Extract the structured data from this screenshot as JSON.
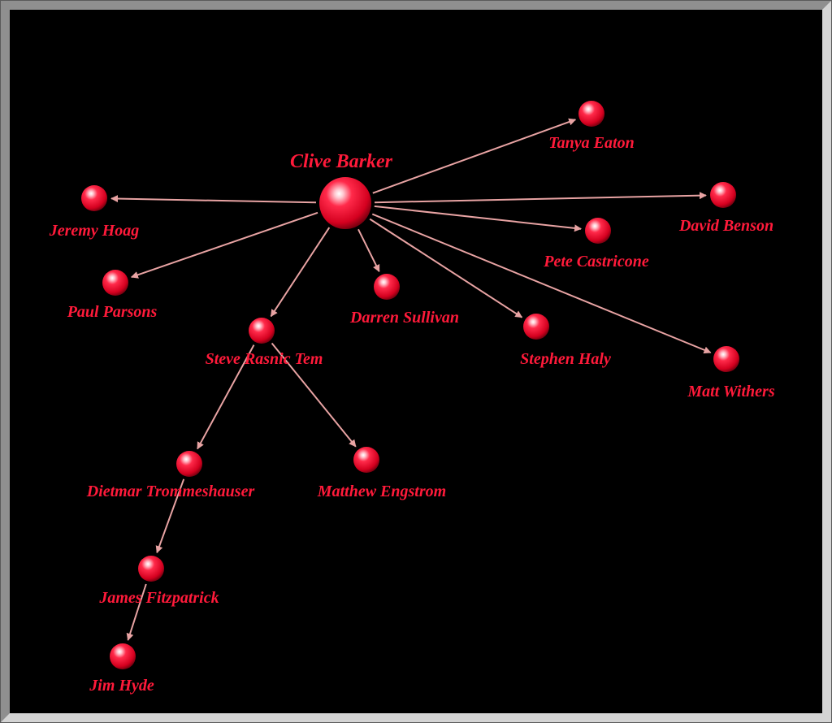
{
  "colors": {
    "background": "#000000",
    "node": "#ff1a3a",
    "label": "#ff1a3a",
    "edge": "#e8a3a3"
  },
  "nodes": [
    {
      "id": "clive",
      "label": "Clive Barker"
    },
    {
      "id": "tanya",
      "label": "Tanya Eaton"
    },
    {
      "id": "jeremy",
      "label": "Jeremy Hoag"
    },
    {
      "id": "david",
      "label": "David Benson"
    },
    {
      "id": "pete",
      "label": "Pete Castricone"
    },
    {
      "id": "paul",
      "label": "Paul Parsons"
    },
    {
      "id": "darren",
      "label": "Darren Sullivan"
    },
    {
      "id": "steve",
      "label": "Steve Rasnic Tem"
    },
    {
      "id": "stephen",
      "label": "Stephen Haly"
    },
    {
      "id": "matt",
      "label": "Matt Withers"
    },
    {
      "id": "dietmar",
      "label": "Dietmar Trommeshauser"
    },
    {
      "id": "matthew",
      "label": "Matthew Engstrom"
    },
    {
      "id": "james",
      "label": "James Fitzpatrick"
    },
    {
      "id": "jim",
      "label": "Jim Hyde"
    }
  ],
  "edges": [
    {
      "from": "clive",
      "to": "tanya"
    },
    {
      "from": "clive",
      "to": "jeremy"
    },
    {
      "from": "clive",
      "to": "david"
    },
    {
      "from": "clive",
      "to": "pete"
    },
    {
      "from": "clive",
      "to": "paul"
    },
    {
      "from": "clive",
      "to": "darren"
    },
    {
      "from": "clive",
      "to": "steve"
    },
    {
      "from": "clive",
      "to": "stephen"
    },
    {
      "from": "clive",
      "to": "matt"
    },
    {
      "from": "steve",
      "to": "dietmar"
    },
    {
      "from": "steve",
      "to": "matthew"
    },
    {
      "from": "dietmar",
      "to": "james"
    },
    {
      "from": "james",
      "to": "jim"
    }
  ]
}
